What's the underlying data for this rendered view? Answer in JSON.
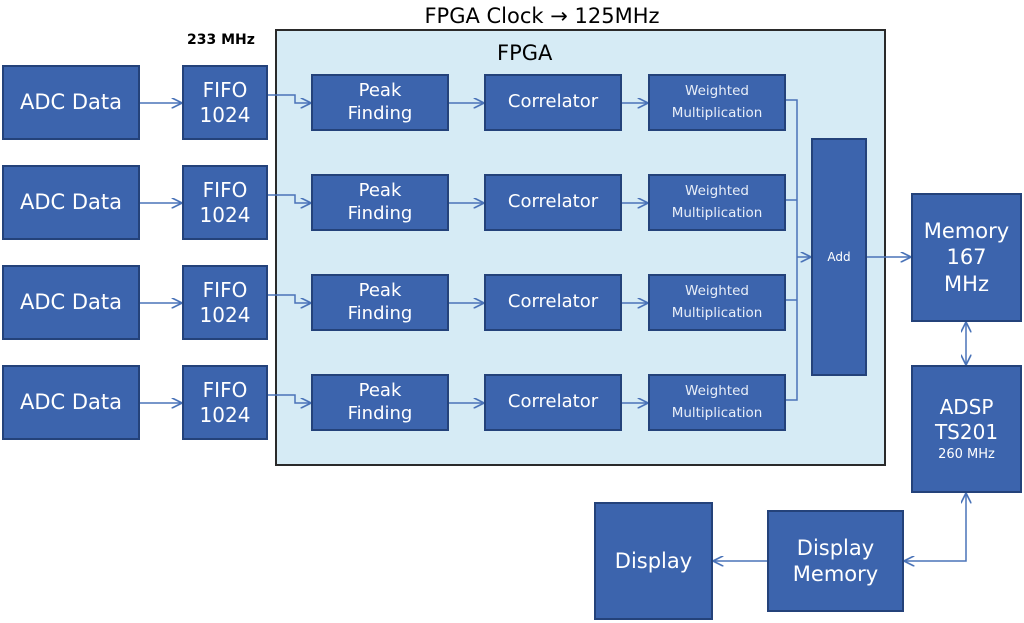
{
  "title": "FPGA Clock → 125MHz",
  "fifo_clock": "233 MHz",
  "fpga_label": "FPGA",
  "channels": [
    {
      "adc": "ADC Data",
      "fifo": "FIFO\n1024",
      "peak": "Peak\nFinding",
      "corr": "Correlator",
      "weighted": "Weighted\nMultiplication"
    },
    {
      "adc": "ADC Data",
      "fifo": "FIFO\n1024",
      "peak": "Peak\nFinding",
      "corr": "Correlator",
      "weighted": "Weighted\nMultiplication"
    },
    {
      "adc": "ADC Data",
      "fifo": "FIFO\n1024",
      "peak": "Peak\nFinding",
      "corr": "Correlator",
      "weighted": "Weighted\nMultiplication"
    },
    {
      "adc": "ADC Data",
      "fifo": "FIFO\n1024",
      "peak": "Peak\nFinding",
      "corr": "Correlator",
      "weighted": "Weighted\nMultiplication"
    }
  ],
  "add": "Add",
  "memory": "Memory\n167\nMHz",
  "adsp": {
    "name": "ADSP\nTS201",
    "clock": "260 MHz"
  },
  "display_memory": "Display\nMemory",
  "display": "Display"
}
